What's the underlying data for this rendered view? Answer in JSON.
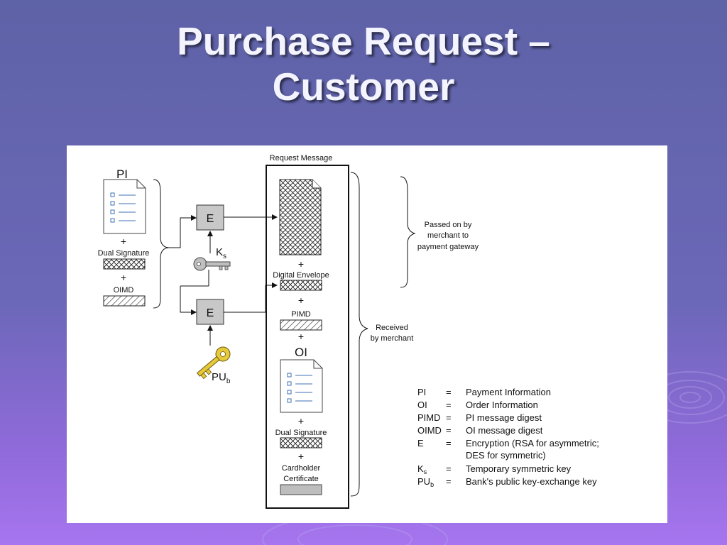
{
  "slide": {
    "title_line1": "Purchase Request –",
    "title_line2": "Customer"
  },
  "diagram": {
    "request_message_label": "Request Message",
    "left": {
      "pi_label": "PI",
      "plus1": "+",
      "dual_signature_label": "Dual Signature",
      "plus2": "+",
      "oimd_label": "OIMD"
    },
    "encrypt_box_label": "E",
    "ks_main": "K",
    "ks_sub": "s",
    "pub_main": "PU",
    "pub_sub": "b",
    "message": {
      "plus_digital_envelope": "+",
      "digital_envelope_label": "Digital Envelope",
      "plus_pimd": "+",
      "pimd_label": "PIMD",
      "plus_oi": "+",
      "oi_label": "OI",
      "plus_dual_signature": "+",
      "dual_signature_label": "Dual Signature",
      "plus_certificate": "+",
      "cardholder_certificate_line1": "Cardholder",
      "cardholder_certificate_line2": "Certificate"
    },
    "passed_on_line1": "Passed on by",
    "passed_on_line2": "merchant to",
    "passed_on_line3": "payment gateway",
    "received_line1": "Received",
    "received_line2": "by merchant"
  },
  "legend": [
    {
      "term": "PI",
      "term_sub": "",
      "eq": "=",
      "definition": "Payment Information"
    },
    {
      "term": "OI",
      "term_sub": "",
      "eq": "=",
      "definition": "Order Information"
    },
    {
      "term": "PIMD",
      "term_sub": "",
      "eq": "=",
      "definition": "PI message digest"
    },
    {
      "term": "OIMD",
      "term_sub": "",
      "eq": "=",
      "definition": "OI message digest"
    },
    {
      "term": "E",
      "term_sub": "",
      "eq": "=",
      "definition": "Encryption (RSA for asymmetric;",
      "definition_line2": "DES for symmetric)"
    },
    {
      "term": "K",
      "term_sub": "s",
      "eq": "=",
      "definition": "Temporary symmetric key"
    },
    {
      "term": "PU",
      "term_sub": "b",
      "eq": "=",
      "definition": "Bank's public key-exchange key"
    }
  ],
  "colors": {
    "background_top": "#5e62a6",
    "background_bottom": "#a675ef",
    "title_text": "#f4f4ff",
    "encrypt_box_fill": "#c8c8c8",
    "gold_key": "#e6c93a",
    "grey_key": "#bfbfbf",
    "document_lines": "#3d6fb5"
  },
  "icons": [
    "document-icon",
    "key-icon",
    "crosshatch-pattern",
    "diagonal-hatch-pattern",
    "curly-brace"
  ]
}
